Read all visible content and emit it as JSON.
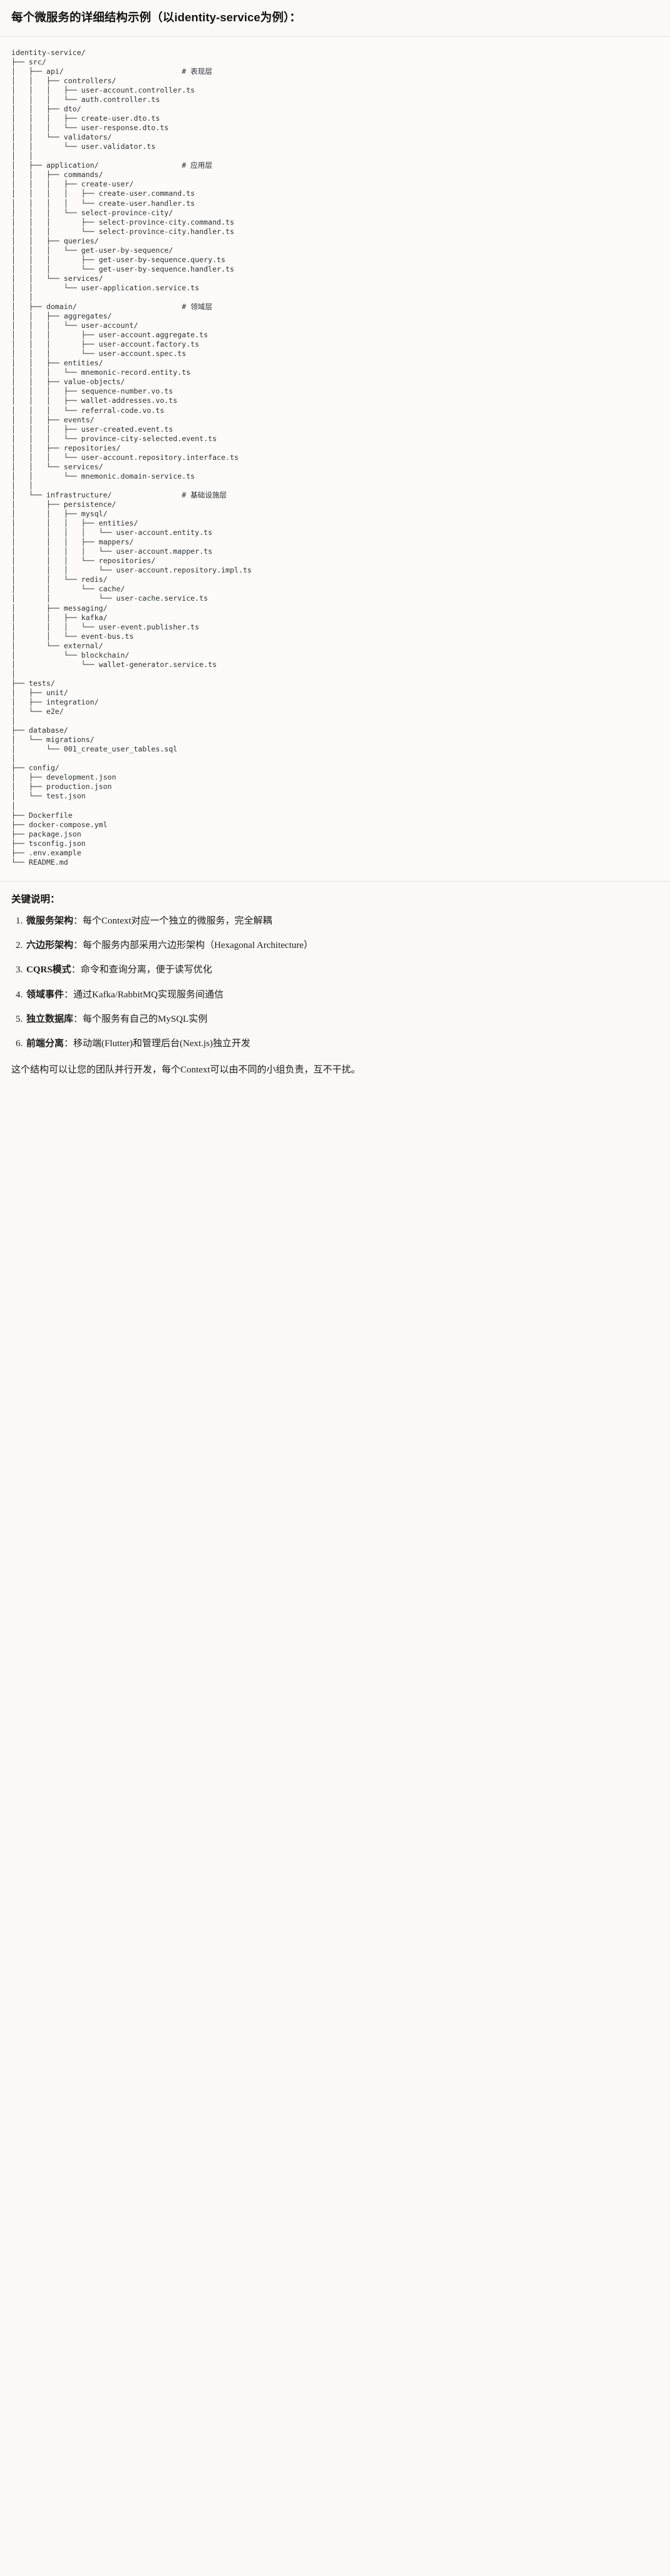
{
  "header": {
    "title": "每个微服务的详细结构示例（以identity-service为例）："
  },
  "code_block": {
    "language": "text",
    "tree_text": "identity-service/\n├── src/\n│   ├── api/                           # 表现层\n│   │   ├── controllers/\n│   │   │   ├── user-account.controller.ts\n│   │   │   └── auth.controller.ts\n│   │   ├── dto/\n│   │   │   ├── create-user.dto.ts\n│   │   │   └── user-response.dto.ts\n│   │   └── validators/\n│   │       └── user.validator.ts\n│   │\n│   ├── application/                   # 应用层\n│   │   ├── commands/\n│   │   │   ├── create-user/\n│   │   │   │   ├── create-user.command.ts\n│   │   │   │   └── create-user.handler.ts\n│   │   │   └── select-province-city/\n│   │   │       ├── select-province-city.command.ts\n│   │   │       └── select-province-city.handler.ts\n│   │   ├── queries/\n│   │   │   └── get-user-by-sequence/\n│   │   │       ├── get-user-by-sequence.query.ts\n│   │   │       └── get-user-by-sequence.handler.ts\n│   │   └── services/\n│   │       └── user-application.service.ts\n│   │\n│   ├── domain/                        # 领域层\n│   │   ├── aggregates/\n│   │   │   └── user-account/\n│   │   │       ├── user-account.aggregate.ts\n│   │   │       ├── user-account.factory.ts\n│   │   │       └── user-account.spec.ts\n│   │   ├── entities/\n│   │   │   └── mnemonic-record.entity.ts\n│   │   ├── value-objects/\n│   │   │   ├── sequence-number.vo.ts\n│   │   │   ├── wallet-addresses.vo.ts\n│   │   │   └── referral-code.vo.ts\n│   │   ├── events/\n│   │   │   ├── user-created.event.ts\n│   │   │   └── province-city-selected.event.ts\n│   │   ├── repositories/\n│   │   │   └── user-account.repository.interface.ts\n│   │   └── services/\n│   │       └── mnemonic.domain-service.ts\n│   │\n│   └── infrastructure/                # 基础设施层\n│       ├── persistence/\n│       │   ├── mysql/\n│       │   │   ├── entities/\n│       │   │   │   └── user-account.entity.ts\n│       │   │   ├── mappers/\n│       │   │   │   └── user-account.mapper.ts\n│       │   │   └── repositories/\n│       │   │       └── user-account.repository.impl.ts\n│       │   └── redis/\n│       │       └── cache/\n│       │           └── user-cache.service.ts\n│       ├── messaging/\n│       │   ├── kafka/\n│       │   │   └── user-event.publisher.ts\n│       │   └── event-bus.ts\n│       └── external/\n│           └── blockchain/\n│               └── wallet-generator.service.ts\n│\n├── tests/\n│   ├── unit/\n│   ├── integration/\n│   └── e2e/\n│\n├── database/\n│   └── migrations/\n│       └── 001_create_user_tables.sql\n│\n├── config/\n│   ├── development.json\n│   ├── production.json\n│   └── test.json\n│\n├── Dockerfile\n├── docker-compose.yml\n├── package.json\n├── tsconfig.json\n├── .env.example\n└── README.md",
    "layer_comments": [
      {
        "path": "src/api/",
        "comment": "# 表现层"
      },
      {
        "path": "src/application/",
        "comment": "# 应用层"
      },
      {
        "path": "src/domain/",
        "comment": "# 领域层"
      },
      {
        "path": "src/infrastructure/",
        "comment": "# 基础设施层"
      }
    ]
  },
  "notes": {
    "title": "关键说明：",
    "items": [
      {
        "term": "微服务架构",
        "sep": "：",
        "desc": "每个Context对应一个独立的微服务，完全解耦"
      },
      {
        "term": "六边形架构",
        "sep": "：",
        "desc": "每个服务内部采用六边形架构（Hexagonal Architecture）"
      },
      {
        "term": "CQRS模式",
        "sep": "：",
        "desc": "命令和查询分离，便于读写优化"
      },
      {
        "term": "领域事件",
        "sep": "：",
        "desc": "通过Kafka/RabbitMQ实现服务间通信"
      },
      {
        "term": "独立数据库",
        "sep": "：",
        "desc": "每个服务有自己的MySQL实例"
      },
      {
        "term": "前端分离",
        "sep": "：",
        "desc": "移动端(Flutter)和管理后台(Next.js)独立开发"
      }
    ],
    "closing": "这个结构可以让您的团队并行开发，每个Context可以由不同的小组负责，互不干扰。"
  },
  "colors": {
    "page_bg": "#faf9f7",
    "code_bg": "#fcfbfa",
    "rule": "#e4e2dd",
    "text": "#1a1a1a",
    "code_text": "#2b2f33"
  }
}
